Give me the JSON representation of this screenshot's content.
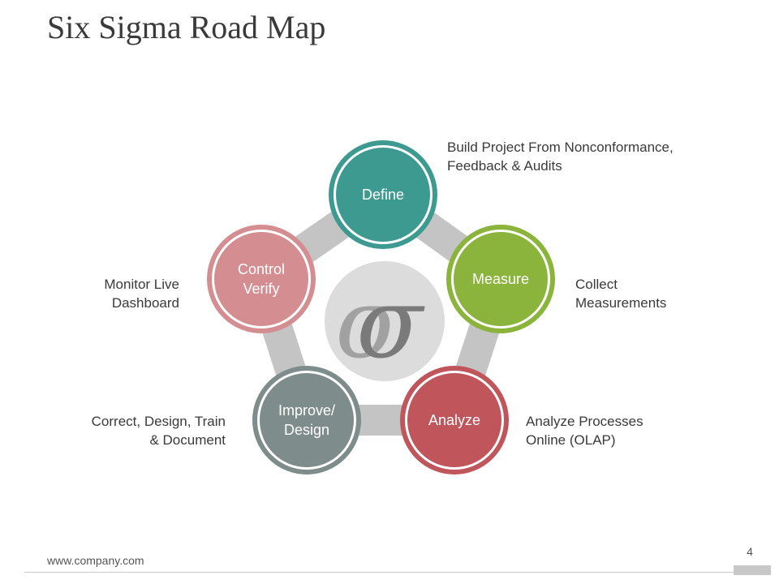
{
  "title": "Six Sigma Road Map",
  "center_symbol": "σ",
  "colors": {
    "connector": "#c4c4c4",
    "center_circle": "#dcdcdc",
    "center_symbol": "#7a7a7a"
  },
  "nodes": [
    {
      "id": "define",
      "lines": [
        "Define"
      ],
      "color": "#3d9a91"
    },
    {
      "id": "measure",
      "lines": [
        "Measure"
      ],
      "color": "#8ab43c"
    },
    {
      "id": "analyze",
      "lines": [
        "Analyze"
      ],
      "color": "#c0565c"
    },
    {
      "id": "improve",
      "lines": [
        "Improve/",
        "Design"
      ],
      "color": "#7e8c8b"
    },
    {
      "id": "control",
      "lines": [
        "Control",
        "Verify"
      ],
      "color": "#d48e92"
    }
  ],
  "descriptions": {
    "define": [
      "Build Project From Nonconformance,",
      "Feedback & Audits"
    ],
    "measure": [
      "Collect",
      "Measurements"
    ],
    "analyze": [
      "Analyze Processes",
      "Online (OLAP)"
    ],
    "improve": [
      "Correct, Design, Train",
      "& Document"
    ],
    "control": [
      "Monitor Live",
      "Dashboard"
    ]
  },
  "footer": {
    "url": "www.company.com",
    "page": "4"
  }
}
